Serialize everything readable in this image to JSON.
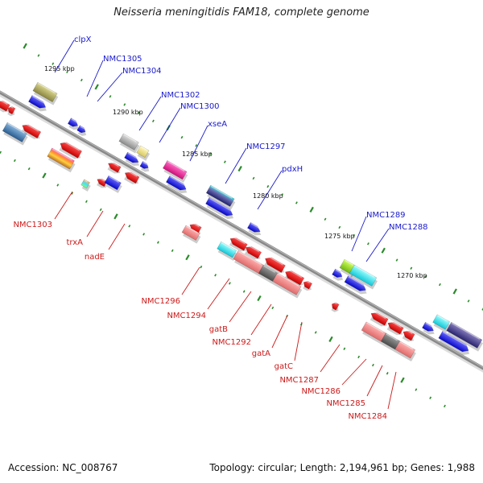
{
  "header": {
    "title": "Neisseria meningitidis FAM18, complete genome"
  },
  "footer": {
    "accession": "Accession: NC_008767",
    "summary": "Topology: circular; Length: 2,194,961 bp; Genes: 1,988"
  },
  "colors": {
    "backbone": "#888888",
    "forward_cds": "#1a1aee",
    "reverse_cds": "#ee1a1a",
    "forward_label": "#1a1acc",
    "reverse_label": "#cc1a1a",
    "tick": "#2a8a2a"
  },
  "scale_labels": [
    "1295 kbp",
    "1290 kbp",
    "1285 kbp",
    "1280 kbp",
    "1275 kbp",
    "1270 kbp"
  ],
  "forward_labels": [
    "clpX",
    "NMC1305",
    "NMC1304",
    "NMC1302",
    "NMC1300",
    "xseA",
    "NMC1297",
    "pdxH",
    "NMC1289",
    "NMC1288"
  ],
  "reverse_labels": [
    "NMC1303",
    "trxA",
    "nadE",
    "NMC1296",
    "NMC1294",
    "gatB",
    "NMC1292",
    "gatA",
    "gatC",
    "NMC1287",
    "NMC1286",
    "NMC1285",
    "NMC1284"
  ]
}
